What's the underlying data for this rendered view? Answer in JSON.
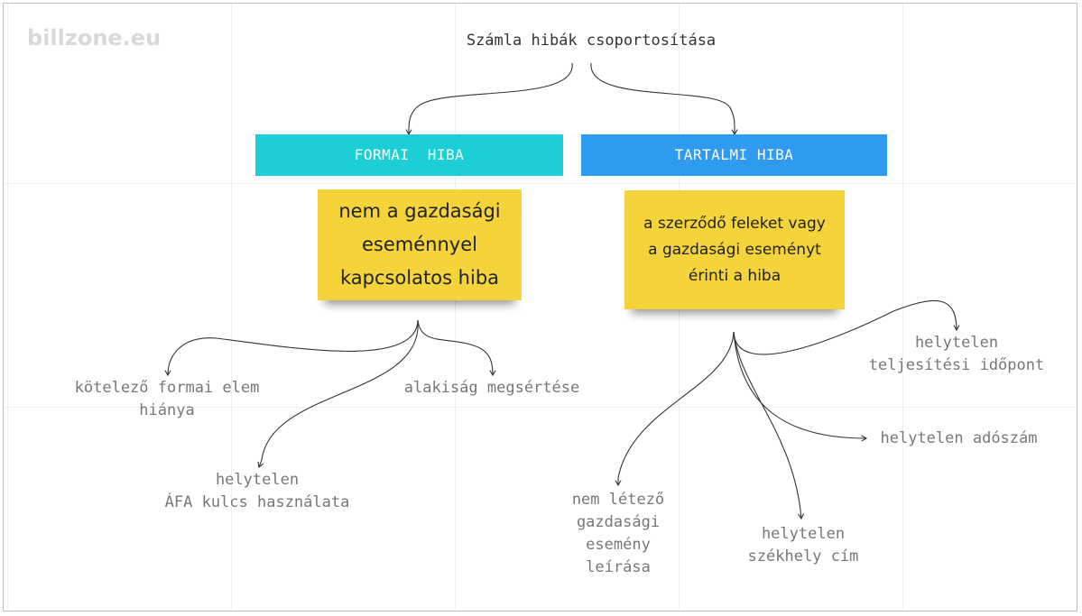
{
  "logo": {
    "text": "billzone.eu"
  },
  "title": "Számla hibák csoportosítása",
  "categories": {
    "formai": {
      "label": "FORMAI  HIBA",
      "color": "#1ccfd6"
    },
    "tartalmi": {
      "label": "TARTALMI HIBA",
      "color": "#2e9bee"
    }
  },
  "notes": {
    "formai": [
      "nem a gazdasági",
      "eseménnyel",
      "kapcsolatos hiba"
    ],
    "tartalmi": [
      "a szerződő feleket vagy",
      "a gazdasági eseményt",
      "érinti a hiba"
    ],
    "color": "#f5d33a"
  },
  "leaves": {
    "formai": [
      [
        "kötelező formai elem",
        "hiánya"
      ],
      [
        "alakiság megsértése"
      ],
      [
        "helytelen",
        "ÁFA kulcs használata"
      ]
    ],
    "tartalmi": [
      [
        "helytelen",
        "teljesítési időpont"
      ],
      [
        "helytelen adószám"
      ],
      [
        "nem létező",
        "gazdasági",
        "esemény",
        "leírása"
      ],
      [
        "helytelen",
        "székhely cím"
      ]
    ]
  }
}
